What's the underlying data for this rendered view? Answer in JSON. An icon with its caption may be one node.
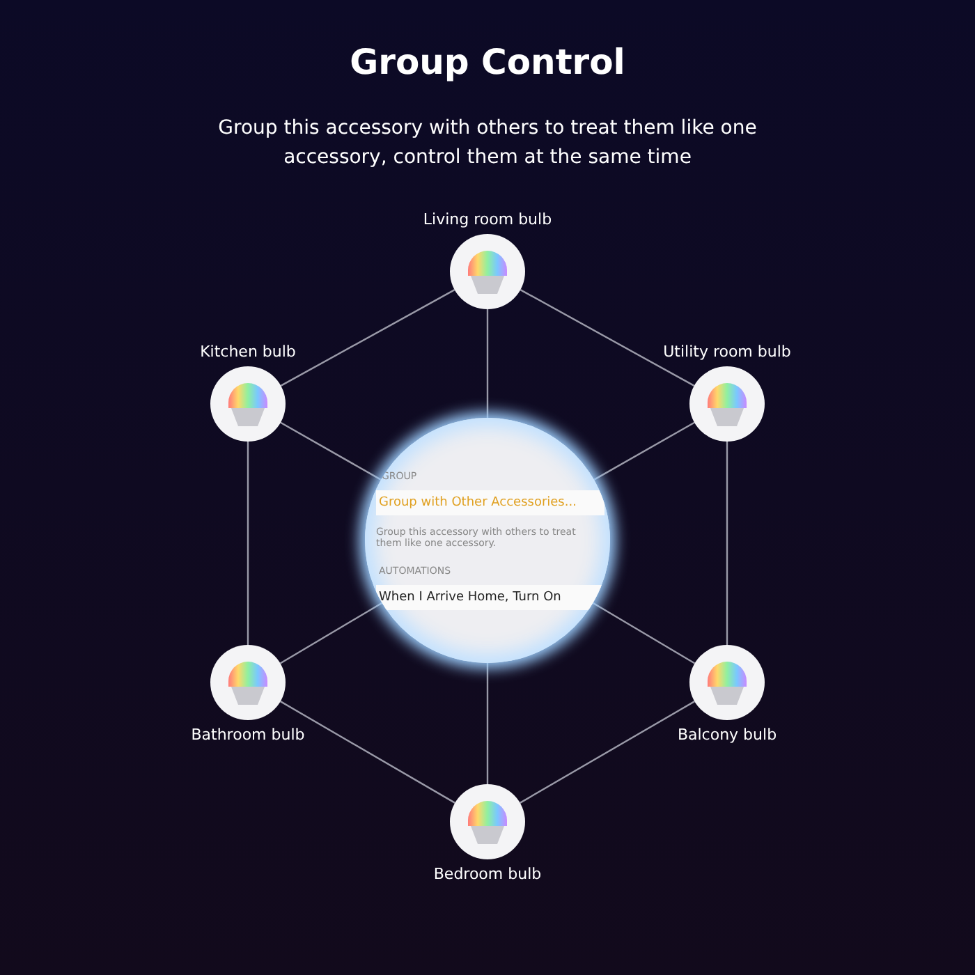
{
  "diagram": {
    "title": "Group Control",
    "caption": "Group this accessory with others to treat them like one accessory, control them at the same time",
    "nodes": [
      {
        "text": [
          "Living room bulb"
        ]
      },
      {
        "text": [
          "Kitchen bulb"
        ]
      },
      {
        "text": [
          "Utility room bulb"
        ]
      },
      {
        "text": [
          "GROUP",
          "Group with Other Accessories...",
          "Group this accessory with others to treat them like one accessory.",
          "AUTOMATIONS",
          "When I Arrive Home, Turn On"
        ]
      },
      {
        "text": [
          "Bathroom bulb"
        ]
      },
      {
        "text": [
          "Balcony bulb"
        ]
      },
      {
        "text": [
          "Bedroom bulb"
        ]
      }
    ],
    "edges": [
      {
        "from": 0,
        "to": 1,
        "arrow": "none"
      },
      {
        "from": 0,
        "to": 2,
        "arrow": "none"
      },
      {
        "from": 1,
        "to": 4,
        "arrow": "none"
      },
      {
        "from": 2,
        "to": 5,
        "arrow": "none"
      },
      {
        "from": 4,
        "to": 6,
        "arrow": "none"
      },
      {
        "from": 5,
        "to": 6,
        "arrow": "none"
      },
      {
        "from": 0,
        "to": 3,
        "arrow": "none"
      },
      {
        "from": 1,
        "to": 3,
        "arrow": "none"
      },
      {
        "from": 2,
        "to": 3,
        "arrow": "none"
      },
      {
        "from": 4,
        "to": 3,
        "arrow": "none"
      },
      {
        "from": 5,
        "to": 3,
        "arrow": "none"
      },
      {
        "from": 6,
        "to": 3,
        "arrow": "none"
      }
    ]
  }
}
